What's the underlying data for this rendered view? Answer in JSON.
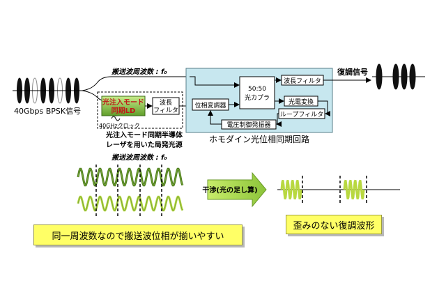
{
  "colors": {
    "box_blue": "#c7e7ef",
    "box_border": "#5a7f8a",
    "ld_red": "#c01818",
    "ld_green_top": "#a8d86a",
    "ld_green_bottom": "#5f9e2a",
    "wave_dark_green": "#4a7a1c",
    "wave_light_green": "#b8d840",
    "arrow_green": "#a6d63c",
    "label_yellow": "#ffff66"
  },
  "diagram": {
    "input_signal_label": "40Gbps BPSK信号",
    "carrier_freq_label_top": "搬送波周波数 : f₀",
    "carrier_freq_label_bottom": "搬送波周波数 : f₀",
    "ld_label_line1": "光注入モード",
    "ld_label_line2": "同期LD",
    "wavelength_filter_left": {
      "line1": "波長",
      "line2": "フィルタ"
    },
    "clock_label": "40GHzクロック",
    "source_caption_line1": "光注入モード同期半導体",
    "source_caption_line2": "レーザを用いた局発光源",
    "pll_box_title": "ホモダイン光位相同期回路",
    "phase_modulator": "位相変調器",
    "coupler_line1": "50:50",
    "coupler_line2": "光カプラ",
    "wavelength_filter_right": "波長フィルタ",
    "photo_converter": "光電変換",
    "loop_filter": "ループフィルタ",
    "vco": "電圧制御発振器",
    "demod_signal_label": "復調信号",
    "interference_arrow_label": "干渉(光の足し算)",
    "caption_left": "同一周波数なので搬送波位相が揃いやすい",
    "caption_right": "歪みのない復調波形"
  }
}
